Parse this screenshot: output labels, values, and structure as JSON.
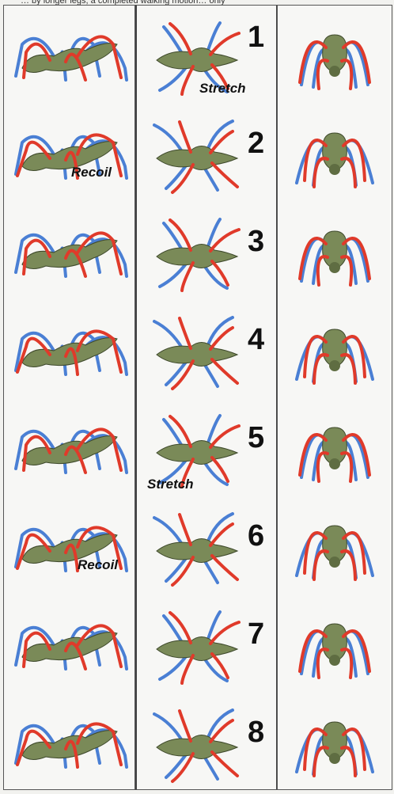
{
  "caption": "… by longer legs, a completed walking motion… only",
  "frames": [
    {
      "number": "1",
      "mid_label": "Stretch",
      "left_label": ""
    },
    {
      "number": "2",
      "mid_label": "",
      "left_label": "Recoil"
    },
    {
      "number": "3",
      "mid_label": "",
      "left_label": ""
    },
    {
      "number": "4",
      "mid_label": "",
      "left_label": ""
    },
    {
      "number": "5",
      "mid_label": "Stretch",
      "left_label": ""
    },
    {
      "number": "6",
      "mid_label": "",
      "left_label": "Recoil"
    },
    {
      "number": "7",
      "mid_label": "",
      "left_label": ""
    },
    {
      "number": "8",
      "mid_label": "",
      "left_label": ""
    }
  ],
  "colors": {
    "body": "#7a8a58",
    "leg_red": "#e03a2a",
    "leg_blue": "#4a7fd4",
    "divider": "#444444"
  },
  "views": [
    "side-view",
    "top-view",
    "front-view"
  ]
}
